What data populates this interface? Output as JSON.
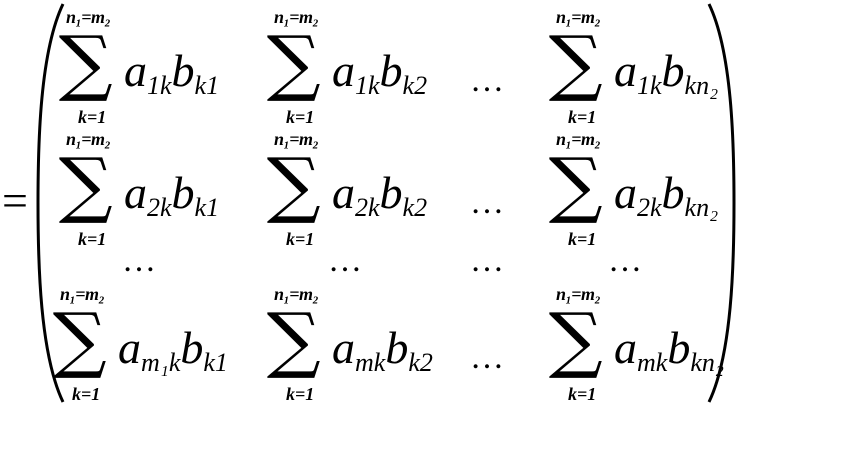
{
  "equals": "=",
  "sum_symbol": "∑",
  "dots": "…",
  "rows": [
    {
      "cells": [
        {
          "type": "sum",
          "upper": "n₁=m₂",
          "lower": "k=1",
          "a": "a",
          "a_sub": "1k",
          "b": "b",
          "b_sub": "k1"
        },
        {
          "type": "sum",
          "upper": "n₁=m₂",
          "lower": "k=1",
          "a": "a",
          "a_sub": "1k",
          "b": "b",
          "b_sub": "k2"
        },
        {
          "type": "dots"
        },
        {
          "type": "sum",
          "upper": "n₁=m₂",
          "lower": "k=1",
          "a": "a",
          "a_sub": "1k",
          "b": "b",
          "b_sub": "kn₂"
        }
      ]
    },
    {
      "cells": [
        {
          "type": "sum",
          "upper": "n₁=m₂",
          "lower": "k=1",
          "a": "a",
          "a_sub": "2k",
          "b": "b",
          "b_sub": "k1"
        },
        {
          "type": "sum",
          "upper": "n₁=m₂",
          "lower": "k=1",
          "a": "a",
          "a_sub": "2k",
          "b": "b",
          "b_sub": "k2"
        },
        {
          "type": "dots"
        },
        {
          "type": "sum",
          "upper": "n₁=m₂",
          "lower": "k=1",
          "a": "a",
          "a_sub": "2k",
          "b": "b",
          "b_sub": "kn₂"
        }
      ]
    },
    {
      "cells": [
        {
          "type": "dots"
        },
        {
          "type": "dots"
        },
        {
          "type": "dots"
        },
        {
          "type": "dots"
        }
      ]
    },
    {
      "cells": [
        {
          "type": "sum",
          "upper": "n₁=m₂",
          "lower": "k=1",
          "a": "a",
          "a_sub": "m₁k",
          "b": "b",
          "b_sub": "k1"
        },
        {
          "type": "sum",
          "upper": "n₁=m₂",
          "lower": "k=1",
          "a": "a",
          "a_sub": "mk",
          "b": "b",
          "b_sub": "k2"
        },
        {
          "type": "dots"
        },
        {
          "type": "sum",
          "upper": "n₁=m₂",
          "lower": "k=1",
          "a": "a",
          "a_sub": "mk",
          "b": "b",
          "b_sub": "kn₂"
        }
      ]
    }
  ]
}
